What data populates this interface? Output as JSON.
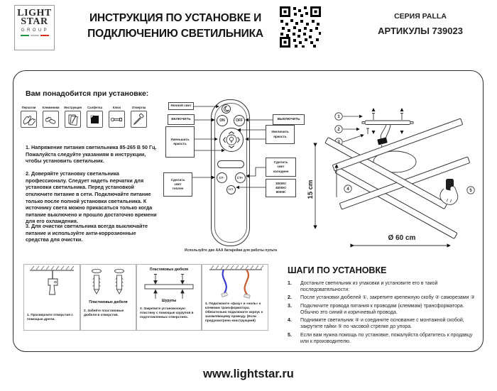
{
  "header": {
    "logo": {
      "line1": "LIGHT",
      "line2": "STAR",
      "line3": "GROUP"
    },
    "title_line1": "ИНСТРУКЦИЯ ПО УСТАНОВКЕ И",
    "title_line2": "ПОДКЛЮЧЕНИЮ СВЕТИЛЬНИКА",
    "series": "СЕРИЯ PALLA",
    "articles": "АРТИКУЛЫ 739023",
    "qr_icon": "qr-code"
  },
  "requirements": {
    "heading": "Вам понадобится при установке:",
    "tools": [
      {
        "label": "Перчатки",
        "icon": "gloves-icon"
      },
      {
        "label": "Клеммники",
        "icon": "wire-connectors-icon"
      },
      {
        "label": "Инструкция",
        "icon": "manual-icon"
      },
      {
        "label": "Салфетка",
        "icon": "napkin-icon"
      },
      {
        "label": "Ключ",
        "icon": "wrench-icon"
      },
      {
        "label": "Отвертка",
        "icon": "screwdriver-icon"
      }
    ],
    "paragraphs": [
      "1. Напряжение питания светильника 85-265 В 50 Гц. Пожалуйста следуйте указаниям в инструкции, чтобы установить светильник.",
      "2. Доверяйте установку светильника профессионалу. Следует надеть перчатки для установки светильника. Перед установкой отключите питание в сети. Подключайте питание только после полной установки светильника. К источнику света можно прикасаться только когда питание выключено и прошло достаточно времени для его охлаждения.",
      "3. Для очистки светильника всегда выключайте питание и используйте анти-коррозионные средства для очистки."
    ]
  },
  "remote": {
    "labels": {
      "night": "Ночной свет",
      "on": "ВКЛЮЧИТЬ",
      "off": "ВЫКЛЮЧИТЬ",
      "dim": "Уменьшить\nяркость",
      "brighten": "Увеличить\nяркость",
      "warmer": "Сделать\nсвет\nтеплее",
      "colder": "Сделать\nсвет\nхолоднее",
      "cct_values": "3000K/\n4000K/\n6000K"
    },
    "buttons": {
      "on": "ON",
      "off": "OFF",
      "ct_minus": "CT-",
      "ct_plus": "CT+",
      "cct": "CCT"
    },
    "battery_note": "Используйте две AAA батарейки для работы пульта"
  },
  "diagram": {
    "callouts": [
      "1",
      "2",
      "3",
      "4",
      "5"
    ],
    "height_label": "15 cm",
    "diameter_label": "Ø 60 cm"
  },
  "install_panels": [
    {
      "caption": "1. Просверлите отверстия с помощью дрели."
    },
    {
      "label": "Пластиковые дюбеля",
      "caption": "2. Забейте пластиковые дюбеля в отверстия."
    },
    {
      "label_top": "Пластиковые дюбеля",
      "label_bottom": "Шурупы",
      "caption": "3. Закрепите установочную пластину с помощью шурупов в подготовленных отверстиях."
    },
    {
      "caption": "4. Подключите «фазу» и «ноль» к клеммам трансформатора. Обязательно подключите корпус к заземляющему проводу. (Если предусмотрено конструкцией)"
    }
  ],
  "steps": {
    "heading": "ШАГИ ПО УСТАНОВКЕ",
    "items": [
      {
        "num": "1.",
        "text": "Достаньте светильник из упаковки и установите его в такой последовательности:"
      },
      {
        "num": "2.",
        "text": "После установки дюбелей ①, закрепите крепежную скобу ② саморезами ③"
      },
      {
        "num": "3.",
        "text": "Подключите провода питания к проводам (клеммам) трансформатора. Обычно это синий и коричневый провода."
      },
      {
        "num": "4.",
        "text": "Поднимите светильник ④ и соедините основание с монтажной скобой, закрутите гайки ⑤ по часовой стрелке до упора."
      },
      {
        "num": "5.",
        "text": "Если вам нужна помощь по установке, пожалуйста обратитесь к продавцу или к производителю."
      }
    ]
  },
  "footer": {
    "url": "www.lightstar.ru"
  },
  "colors": {
    "wire_phase": "#c75a2e",
    "wire_neutral": "#3b3bd1",
    "flag_green": "#1a9641",
    "flag_red": "#d7301f"
  }
}
